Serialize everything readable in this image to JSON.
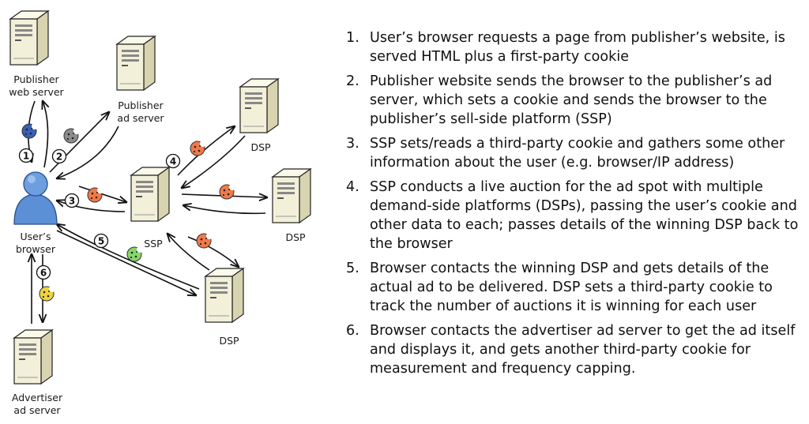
{
  "diagram": {
    "labels": {
      "publisher_web_server": [
        "Publisher",
        "web server"
      ],
      "publisher_ad_server": [
        "Publisher",
        "ad server"
      ],
      "users_browser": [
        "User’s",
        "browser"
      ],
      "advertiser_ad_server": [
        "Advertiser",
        "ad server"
      ],
      "ssp": "SSP",
      "dsp": "DSP"
    },
    "step_markers": [
      "1",
      "2",
      "3",
      "4",
      "5",
      "6"
    ],
    "colors": {
      "server_fill": "#f3f0d9",
      "user": "#5b8fd6",
      "cookie_blue": "#3a5fb8",
      "cookie_grey": "#8c8c8c",
      "cookie_orange": "#f07a4a",
      "cookie_green": "#86d66a",
      "cookie_yellow": "#f0d43c"
    }
  },
  "steps": [
    {
      "num": "1.",
      "text": "User’s browser requests a page from publisher’s website, is served HTML plus a first-party cookie"
    },
    {
      "num": "2.",
      "text": "Publisher website sends the browser to the publisher’s ad server, which sets a cookie and sends the browser to the publisher’s sell-side platform (SSP)"
    },
    {
      "num": "3.",
      "text": "SSP sets/reads a third-party cookie and gathers some other information about the user (e.g. browser/IP address)"
    },
    {
      "num": "4.",
      "text": "SSP conducts a live auction for the ad spot with multiple demand-side platforms (DSPs), passing the user’s cookie and other data to each; passes details of the winning DSP back to the browser"
    },
    {
      "num": "5.",
      "text": "Browser contacts the winning DSP and gets details of the actual ad to be delivered. DSP sets a third-party cookie to track the number of auctions it is winning for each user"
    },
    {
      "num": "6.",
      "text": "Browser contacts the advertiser ad server to get the ad itself and displays it, and gets another third-party cookie for measurement and frequency capping."
    }
  ]
}
